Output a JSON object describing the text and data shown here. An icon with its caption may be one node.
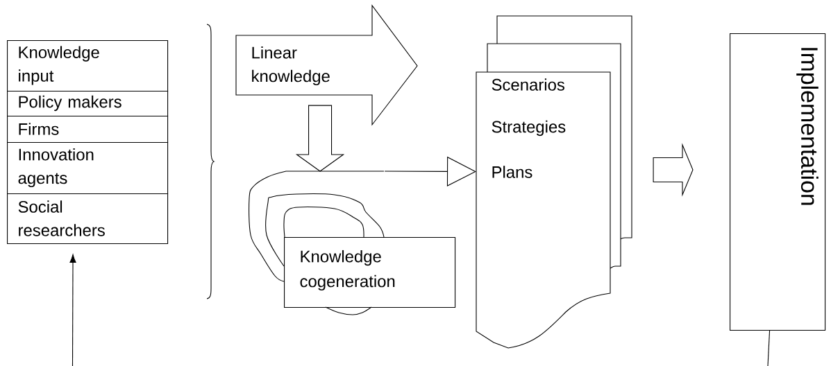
{
  "diagram": {
    "nodes": [
      {
        "text": [
          "Knowledge input"
        ]
      },
      {
        "text": [
          "Policy makers"
        ]
      },
      {
        "text": [
          "Firms"
        ]
      },
      {
        "text": [
          "Innovation agents"
        ]
      },
      {
        "text": [
          "Social researchers"
        ]
      },
      {
        "text": [
          "Linear knowledge"
        ]
      },
      {
        "text": [],
        "shape": "spiral"
      },
      {
        "text": [
          "Knowledge cogeneration"
        ]
      },
      {
        "text": [
          "Scenarios",
          "Strategies",
          "Plans"
        ]
      },
      {
        "text": [
          "Implementation"
        ]
      }
    ],
    "edges": [
      {
        "from": null,
        "to": 4,
        "arrow": "to"
      },
      {
        "from": 5,
        "to": 6,
        "arrow": "to"
      },
      {
        "from": 6,
        "to": 8,
        "arrow": "to"
      },
      {
        "from": 8,
        "to": 9,
        "arrow": "to"
      },
      {
        "from": 9,
        "to": null,
        "arrow": "none"
      }
    ]
  }
}
